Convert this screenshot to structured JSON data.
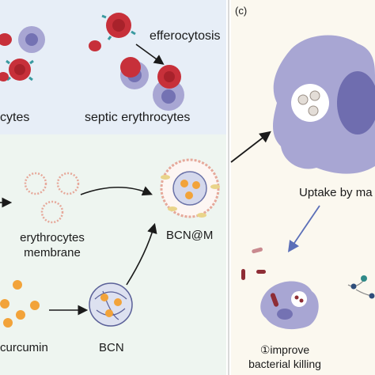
{
  "panel_c": {
    "label": "(c)"
  },
  "top_panel": {
    "partial_label_left": "cytes",
    "septic_label": "septic erythrocytes",
    "efferocytosis_label": "efferocytosis"
  },
  "middle_panel": {
    "membrane_label_line1": "erythrocytes",
    "membrane_label_line2": "membrane",
    "bcnm_label": "BCN@M",
    "curcumin_label": "curcumin",
    "bcn_label": "BCN"
  },
  "right_panel": {
    "uptake_label": "Uptake by ma",
    "improve_line1": "①improve",
    "improve_line2": "bacterial killing"
  },
  "colors": {
    "top_bg": "#e7eef7",
    "middle_bg": "#eef5f0",
    "right_bg": "#fbf8ef",
    "macrophage": "#a8a6d3",
    "nucleus": "#7472b3",
    "rbc_red": "#c7303a",
    "curcumin": "#f2a33a",
    "arrow_blue": "#5b6fb8"
  }
}
